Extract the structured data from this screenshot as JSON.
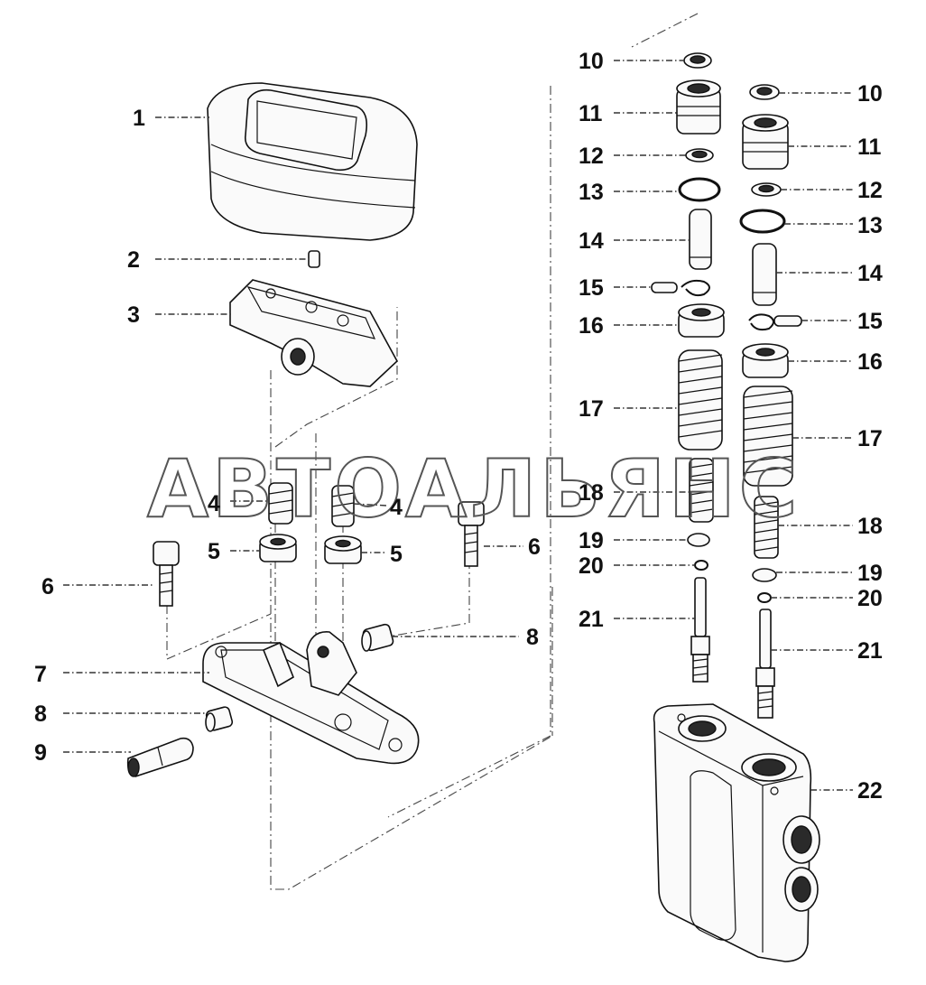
{
  "diagram": {
    "watermark": "АВТОАЛЬЯНС",
    "callouts": [
      {
        "id": "c1",
        "text": "1"
      },
      {
        "id": "c2",
        "text": "2"
      },
      {
        "id": "c3",
        "text": "3"
      },
      {
        "id": "c4a",
        "text": "4"
      },
      {
        "id": "c4b",
        "text": "4"
      },
      {
        "id": "c5a",
        "text": "5"
      },
      {
        "id": "c5b",
        "text": "5"
      },
      {
        "id": "c6a",
        "text": "6"
      },
      {
        "id": "c6b",
        "text": "6"
      },
      {
        "id": "c7",
        "text": "7"
      },
      {
        "id": "c8a",
        "text": "8"
      },
      {
        "id": "c8b",
        "text": "8"
      },
      {
        "id": "c9",
        "text": "9"
      },
      {
        "id": "c10a",
        "text": "10"
      },
      {
        "id": "c10b",
        "text": "10"
      },
      {
        "id": "c11a",
        "text": "11"
      },
      {
        "id": "c11b",
        "text": "11"
      },
      {
        "id": "c12a",
        "text": "12"
      },
      {
        "id": "c12b",
        "text": "12"
      },
      {
        "id": "c13a",
        "text": "13"
      },
      {
        "id": "c13b",
        "text": "13"
      },
      {
        "id": "c14a",
        "text": "14"
      },
      {
        "id": "c14b",
        "text": "14"
      },
      {
        "id": "c15a",
        "text": "15"
      },
      {
        "id": "c15b",
        "text": "15"
      },
      {
        "id": "c16a",
        "text": "16"
      },
      {
        "id": "c16b",
        "text": "16"
      },
      {
        "id": "c17a",
        "text": "17"
      },
      {
        "id": "c17b",
        "text": "17"
      },
      {
        "id": "c18a",
        "text": "18"
      },
      {
        "id": "c18b",
        "text": "18"
      },
      {
        "id": "c19a",
        "text": "19"
      },
      {
        "id": "c19b",
        "text": "19"
      },
      {
        "id": "c20a",
        "text": "20"
      },
      {
        "id": "c20b",
        "text": "20"
      },
      {
        "id": "c21a",
        "text": "21"
      },
      {
        "id": "c21b",
        "text": "21"
      },
      {
        "id": "c22",
        "text": "22"
      }
    ]
  }
}
